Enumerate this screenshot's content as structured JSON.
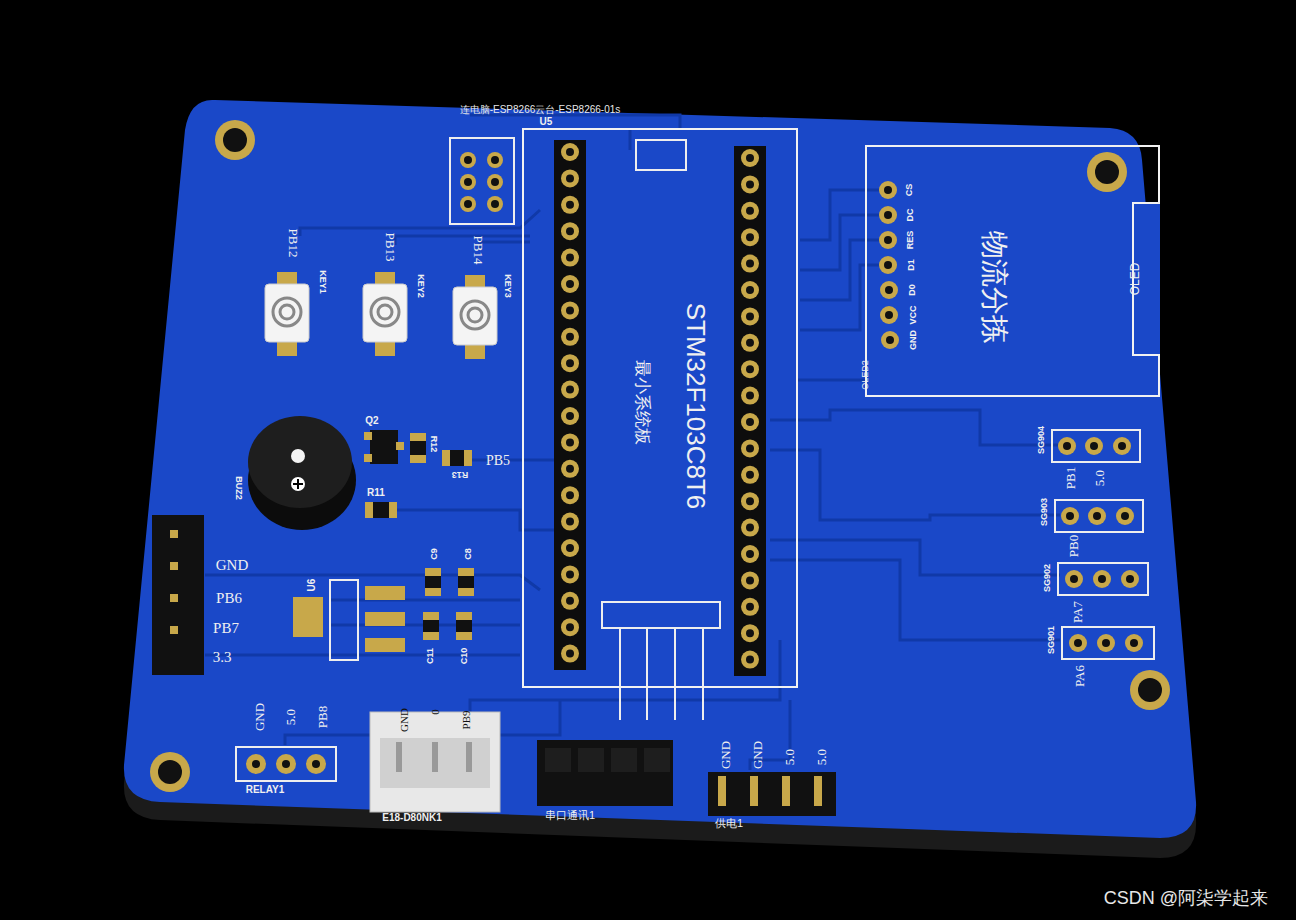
{
  "diagram": {
    "nodes": [
      {
        "text": [
          "STM32F103C8T6",
          "最小系统板"
        ]
      },
      {
        "text": [
          "物流分拣",
          "OLED",
          "OLED2"
        ]
      }
    ],
    "edges": [
      {
        "from": 0,
        "to": 1,
        "arrow": "none"
      }
    ],
    "labels": [
      "连电脑-ESP8266云台-ESP8266-01s",
      "U5",
      "PB12",
      "KEY1",
      "PB13",
      "KEY2",
      "PB14",
      "KEY3",
      "Q2",
      "R12",
      "R13",
      "PB5",
      "R11",
      "BUZ2",
      "GND",
      "PB6",
      "PB7",
      "3.3",
      "U6",
      "C9",
      "C8",
      "C11",
      "C10",
      "GND",
      "5.0",
      "PB8",
      "RELAY1",
      "GND",
      "0",
      "PB9",
      "E18-D80NK1",
      "串口通讯1",
      "GND",
      "GND",
      "5.0",
      "5.0",
      "供电1",
      "SG904",
      "PB1",
      "5.0",
      "SG903",
      "PB0",
      "SG902",
      "PA7",
      "SG901",
      "PA6",
      "GND",
      "VCC",
      "D0",
      "D1",
      "RES",
      "DC",
      "CS",
      "CSDN @阿柒学起来"
    ]
  }
}
